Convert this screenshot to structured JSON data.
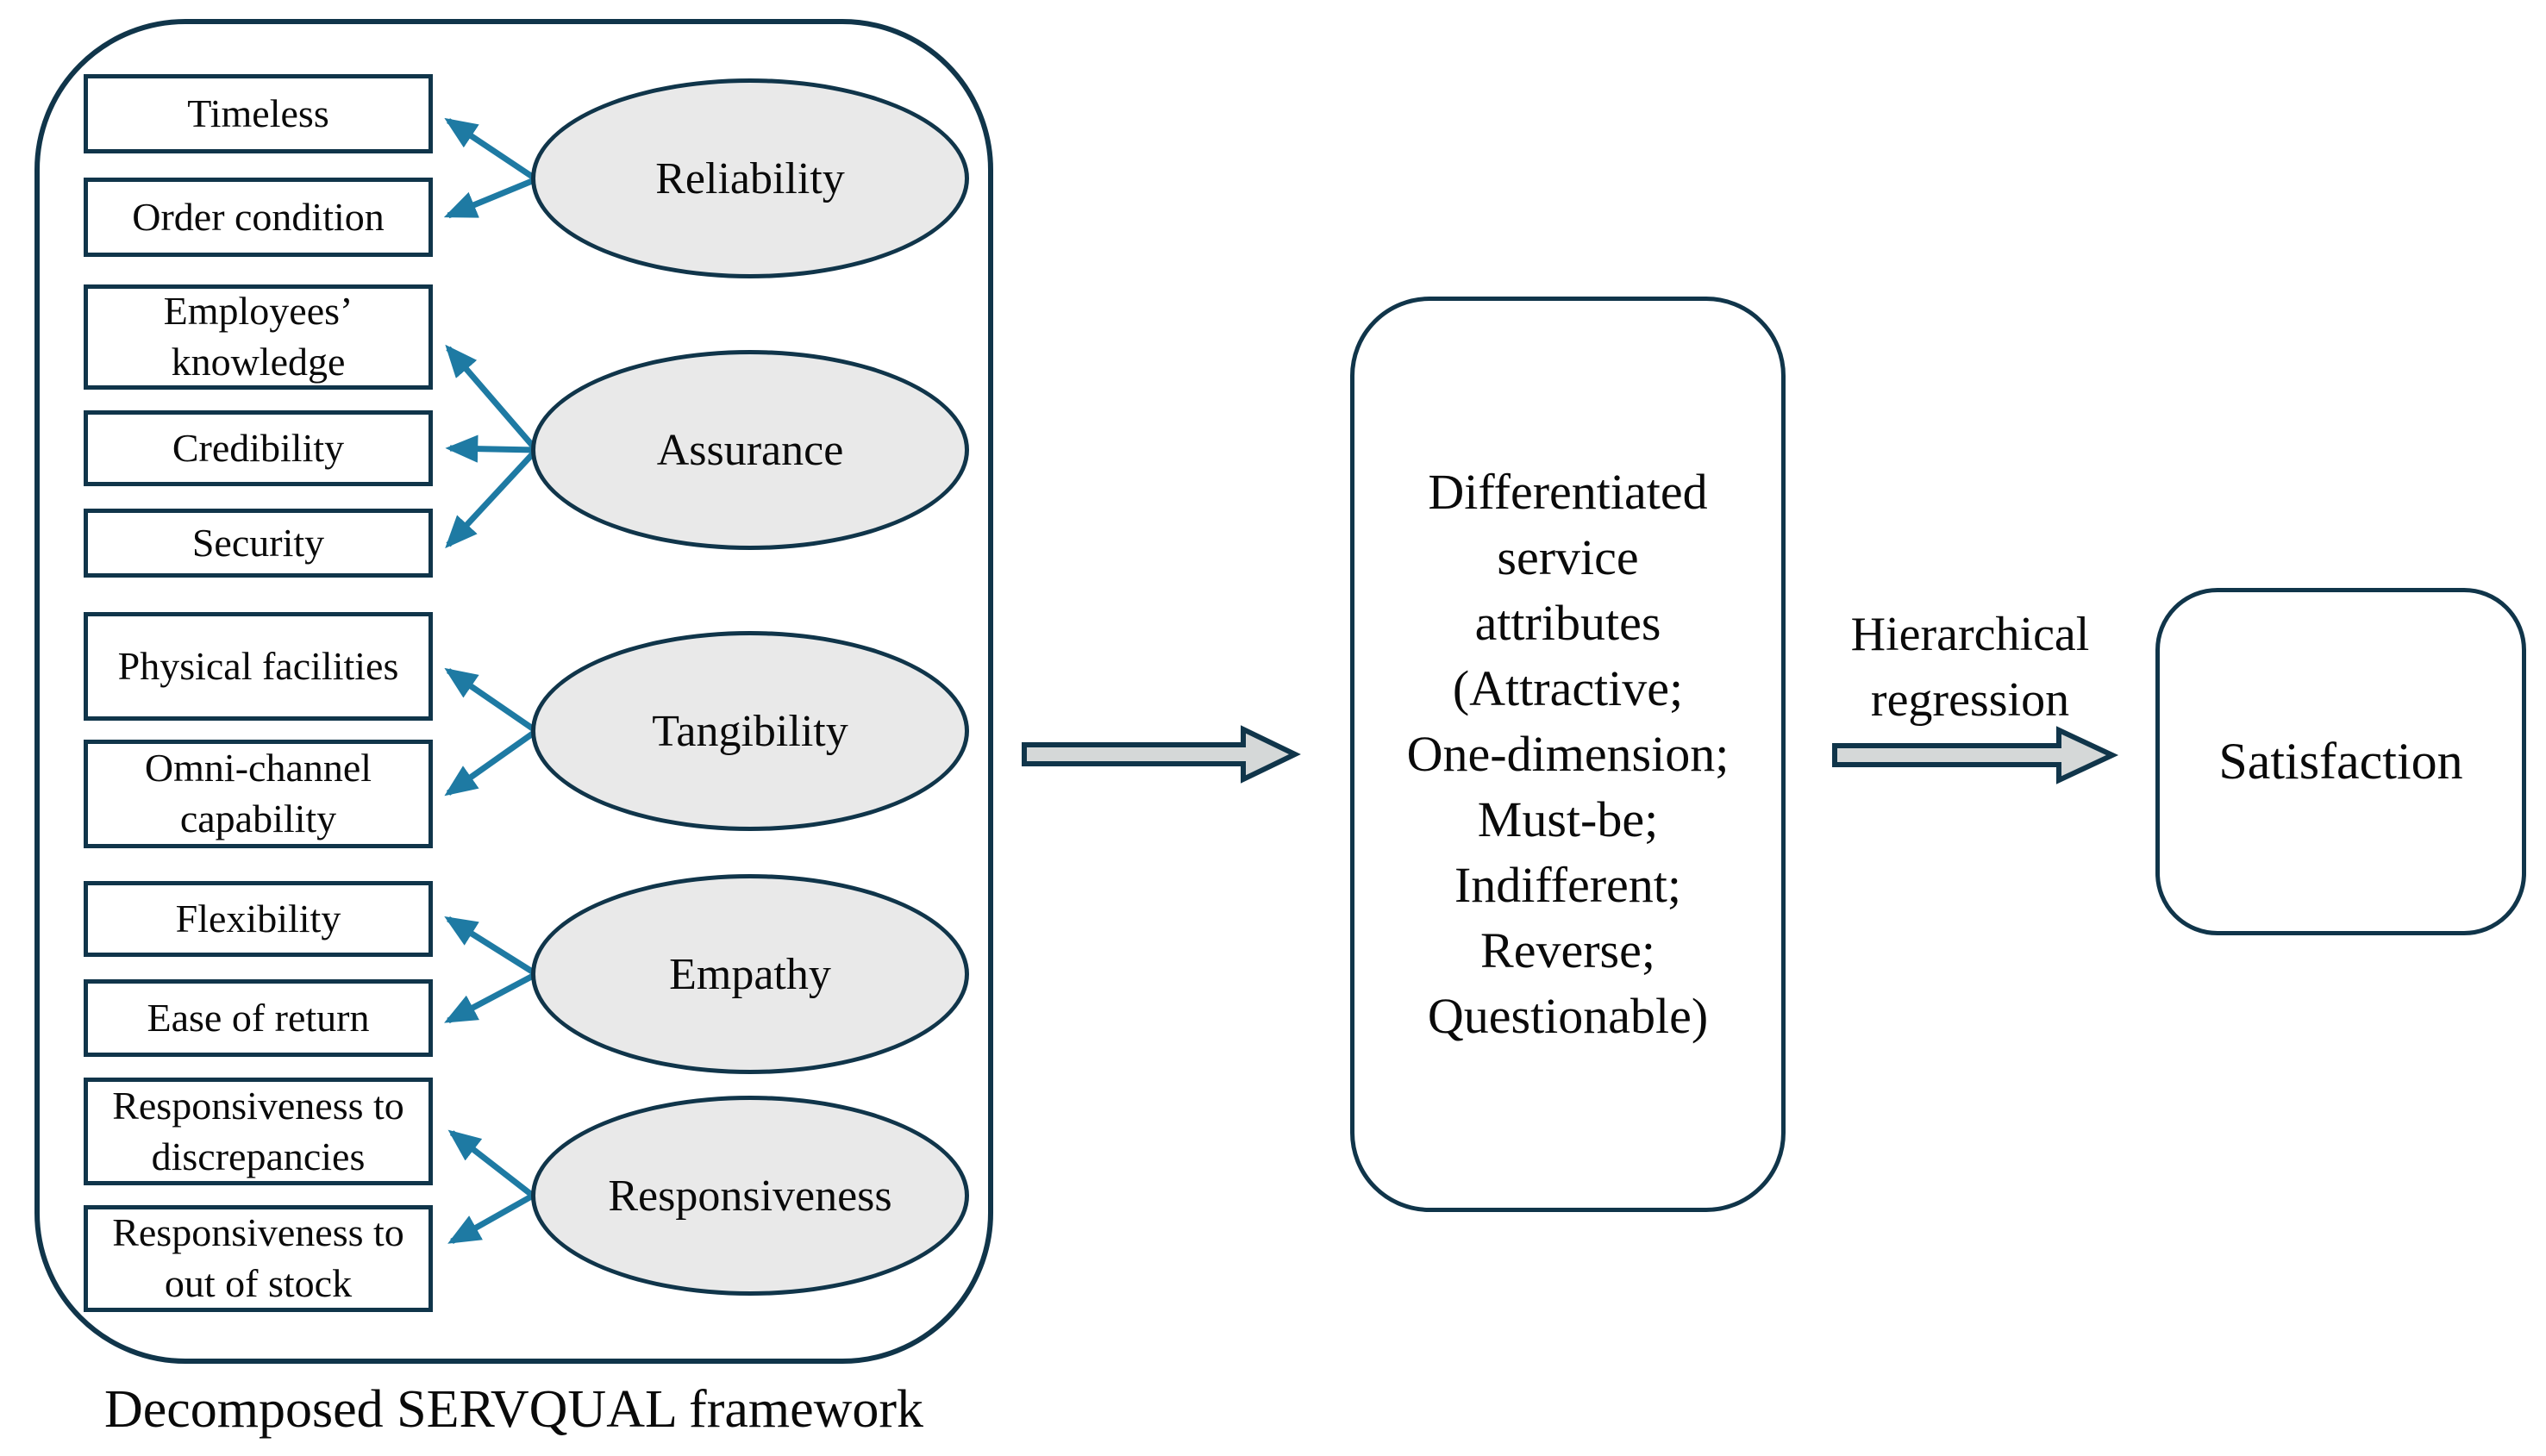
{
  "framework": {
    "caption": "Decomposed SERVQUAL framework",
    "groups": [
      {
        "dimension": "Reliability",
        "attributes": [
          "Timeless",
          "Order condition"
        ]
      },
      {
        "dimension": "Assurance",
        "attributes": [
          "Employees’ knowledge",
          "Credibility",
          "Security"
        ]
      },
      {
        "dimension": "Tangibility",
        "attributes": [
          "Physical facilities",
          "Omni-channel capability"
        ]
      },
      {
        "dimension": "Empathy",
        "attributes": [
          "Flexibility",
          "Ease of return"
        ]
      },
      {
        "dimension": "Responsiveness",
        "attributes": [
          "Responsiveness to discrepancies",
          "Responsiveness to out of stock"
        ]
      }
    ]
  },
  "middle_box": {
    "lines": [
      "Differentiated",
      "service",
      "attributes",
      "(Attractive;",
      "One-dimension;",
      "Must-be;",
      "Indifferent;",
      "Reverse;",
      "Questionable)"
    ]
  },
  "arrow_label": {
    "lines": [
      "Hierarchical",
      "regression"
    ]
  },
  "outcome": {
    "label": "Satisfaction"
  },
  "colors": {
    "outline": "#10354a",
    "connector": "#1e7aa3",
    "ellipse_fill": "#e9e9e9",
    "block_arrow_fill": "#d5d8d8",
    "text": "#0a0a0a"
  }
}
